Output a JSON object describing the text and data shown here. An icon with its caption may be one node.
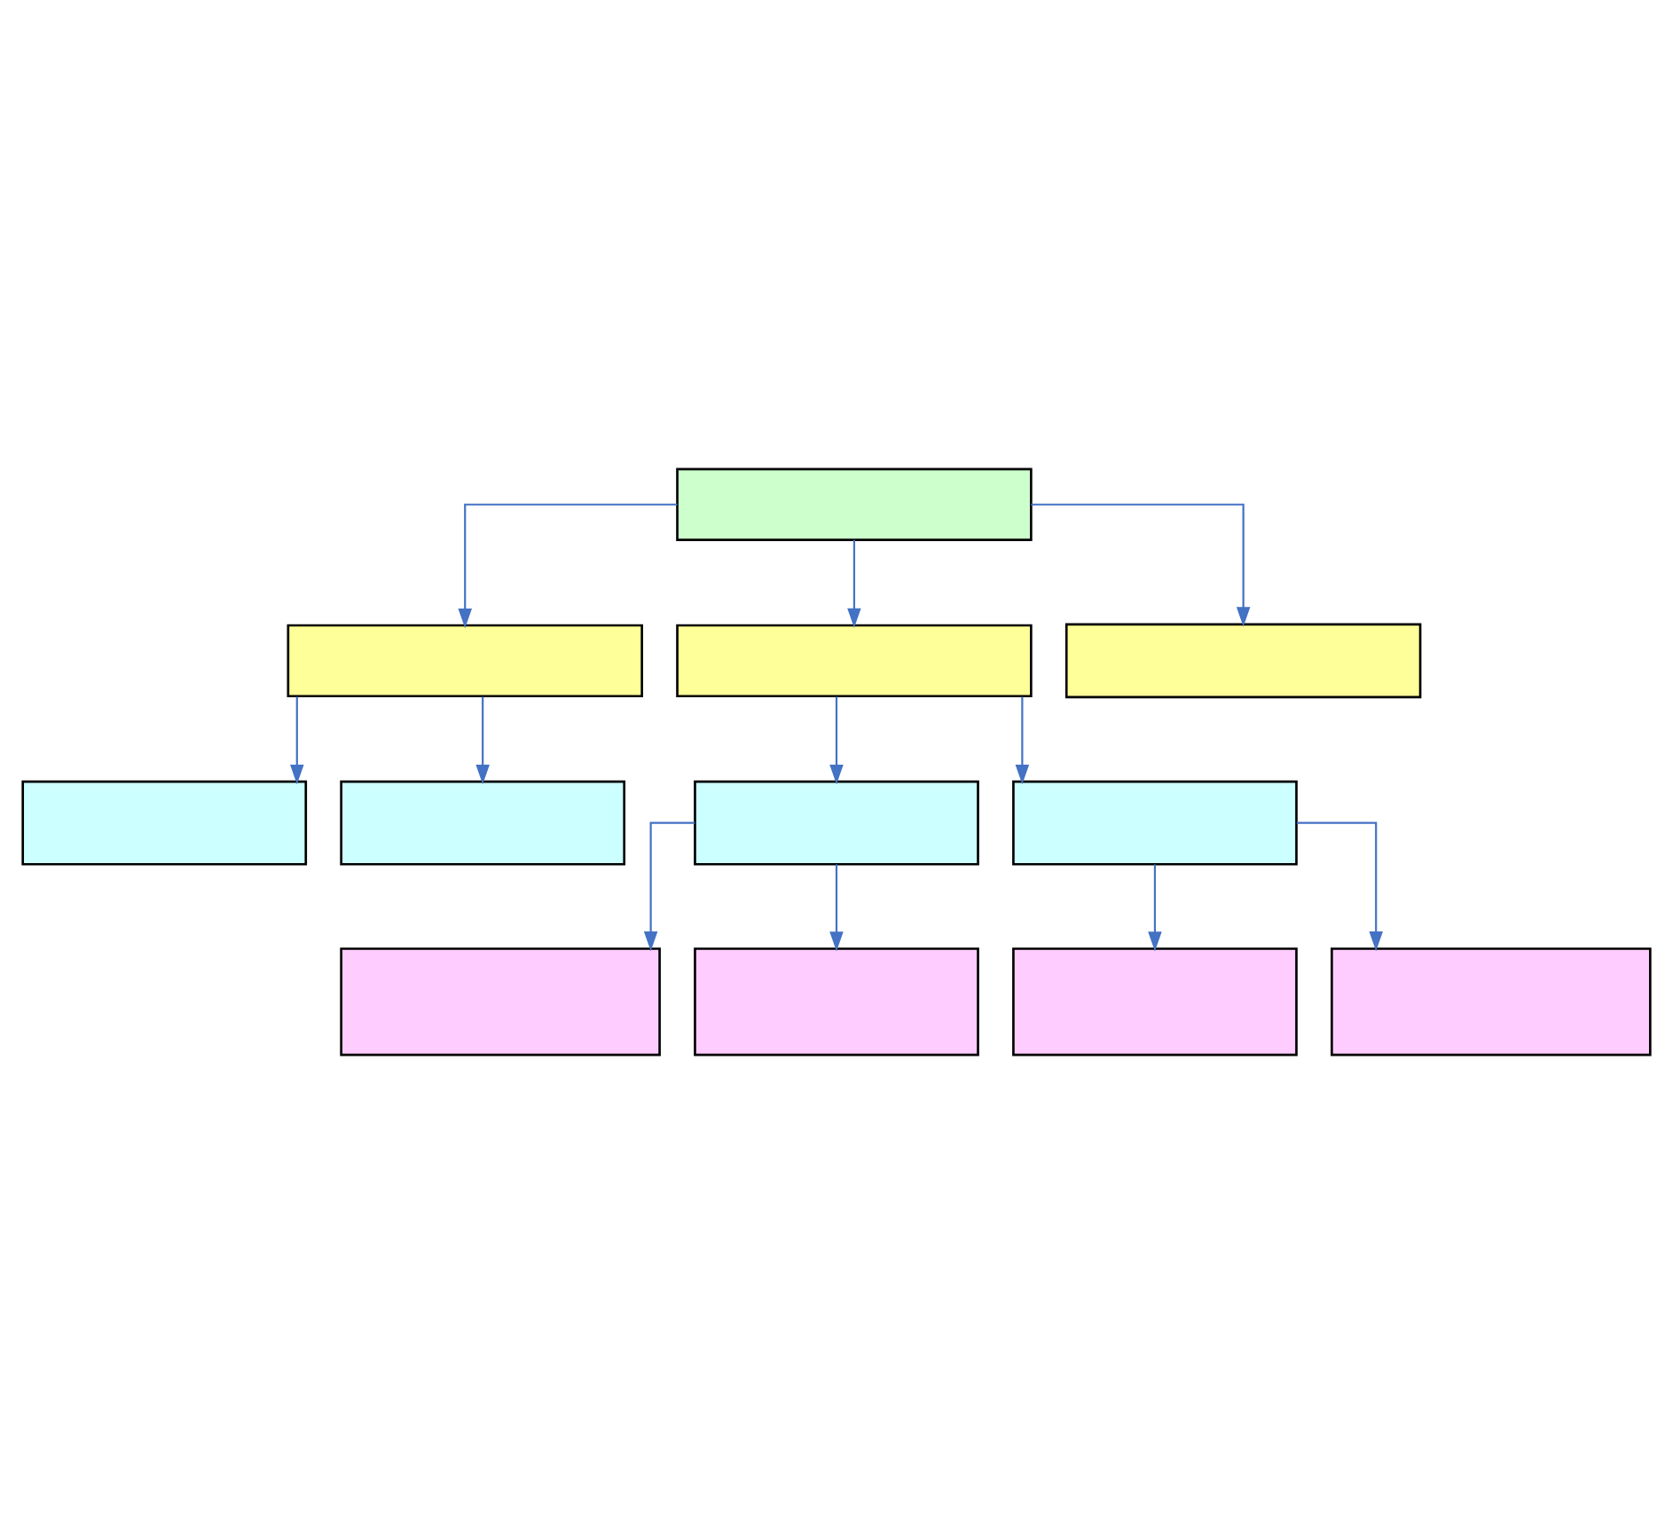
{
  "diagram": {
    "nodes": [
      {
        "text": [],
        "shape": "box"
      },
      {
        "text": [],
        "shape": "box"
      },
      {
        "text": [],
        "shape": "box"
      },
      {
        "text": [],
        "shape": "box"
      },
      {
        "text": [],
        "shape": "box"
      },
      {
        "text": [],
        "shape": "box"
      },
      {
        "text": [],
        "shape": "box"
      },
      {
        "text": [],
        "shape": "box"
      },
      {
        "text": [],
        "shape": "box"
      },
      {
        "text": [],
        "shape": "box"
      },
      {
        "text": [],
        "shape": "box"
      },
      {
        "text": [],
        "shape": "box"
      }
    ],
    "edges": [
      {
        "from": 0,
        "to": 1,
        "arrow": "to"
      },
      {
        "from": 0,
        "to": 2,
        "arrow": "to"
      },
      {
        "from": 0,
        "to": 3,
        "arrow": "to"
      },
      {
        "from": 1,
        "to": 4,
        "arrow": "to"
      },
      {
        "from": 1,
        "to": 5,
        "arrow": "to"
      },
      {
        "from": 2,
        "to": 6,
        "arrow": "to"
      },
      {
        "from": 2,
        "to": 7,
        "arrow": "to"
      },
      {
        "from": 6,
        "to": 8,
        "arrow": "to"
      },
      {
        "from": 6,
        "to": 9,
        "arrow": "to"
      },
      {
        "from": 7,
        "to": 10,
        "arrow": "to"
      },
      {
        "from": 7,
        "to": 11,
        "arrow": "to"
      }
    ]
  }
}
